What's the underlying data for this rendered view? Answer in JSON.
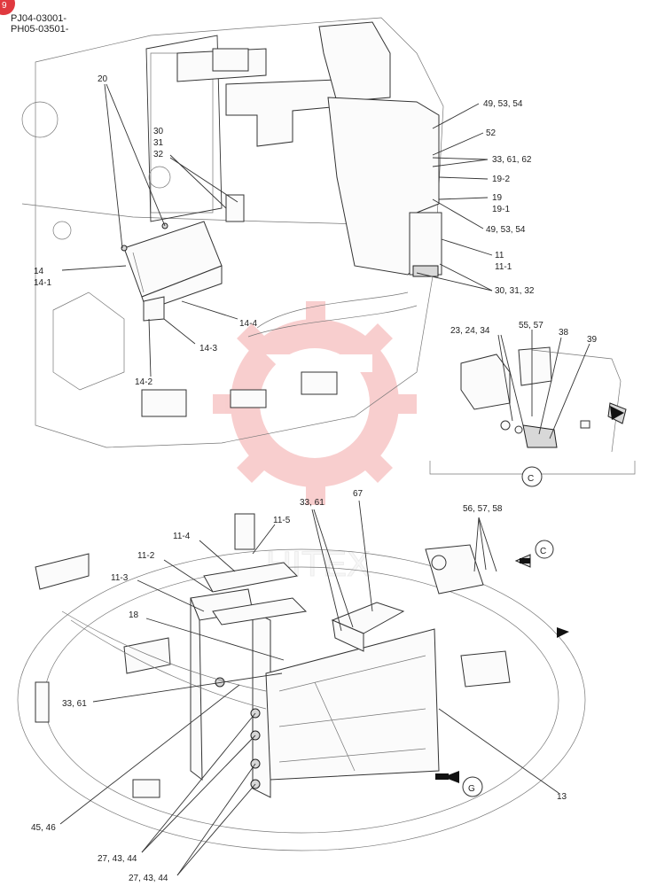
{
  "header": {
    "serial_1": "PJ04-03001-",
    "serial_2": "PH05-03501-",
    "corner_badge": "9"
  },
  "watermark": {
    "text": "HITEX",
    "color": "#f3a7a7"
  },
  "view_markers": {
    "detail_c": "C",
    "arrow_c": "C",
    "arrow_g": "G"
  },
  "callouts_top": [
    "20",
    "30",
    "31",
    "32",
    "14",
    "14-1",
    "14-4",
    "14-3",
    "14-2",
    "49, 53, 54",
    "52",
    "33, 61, 62",
    "19-2",
    "19",
    "19-1",
    "49, 53, 54",
    "11",
    "11-1",
    "30, 31, 32"
  ],
  "callouts_detail_c": [
    "23, 24, 34",
    "55, 57",
    "38",
    "39"
  ],
  "callouts_bottom": [
    "33, 61",
    "67",
    "11-5",
    "11-4",
    "11-2",
    "11-3",
    "56, 57, 58",
    "18",
    "33, 61",
    "13",
    "45, 46",
    "27, 43, 44",
    "27, 43, 44"
  ],
  "colors": {
    "line": "#333333",
    "badge": "#e0393f",
    "text": "#222222"
  }
}
